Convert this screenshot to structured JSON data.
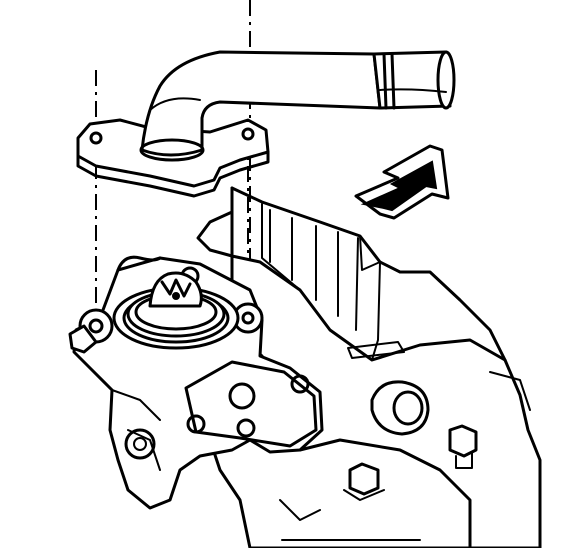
{
  "diagram": {
    "parts": [
      {
        "id": "outlet-pipe",
        "icon": "bent-coolant-pipe"
      },
      {
        "id": "flange-gasket",
        "icon": "mounting-flange"
      },
      {
        "id": "thermostat",
        "icon": "thermostat-valve"
      },
      {
        "id": "housing",
        "icon": "thermostat-housing"
      },
      {
        "id": "engine-block",
        "icon": "engine-block"
      },
      {
        "id": "direction-arrow",
        "icon": "arrow-left-down"
      }
    ],
    "colors": {
      "ink": "#000000",
      "background": "#ffffff"
    }
  }
}
